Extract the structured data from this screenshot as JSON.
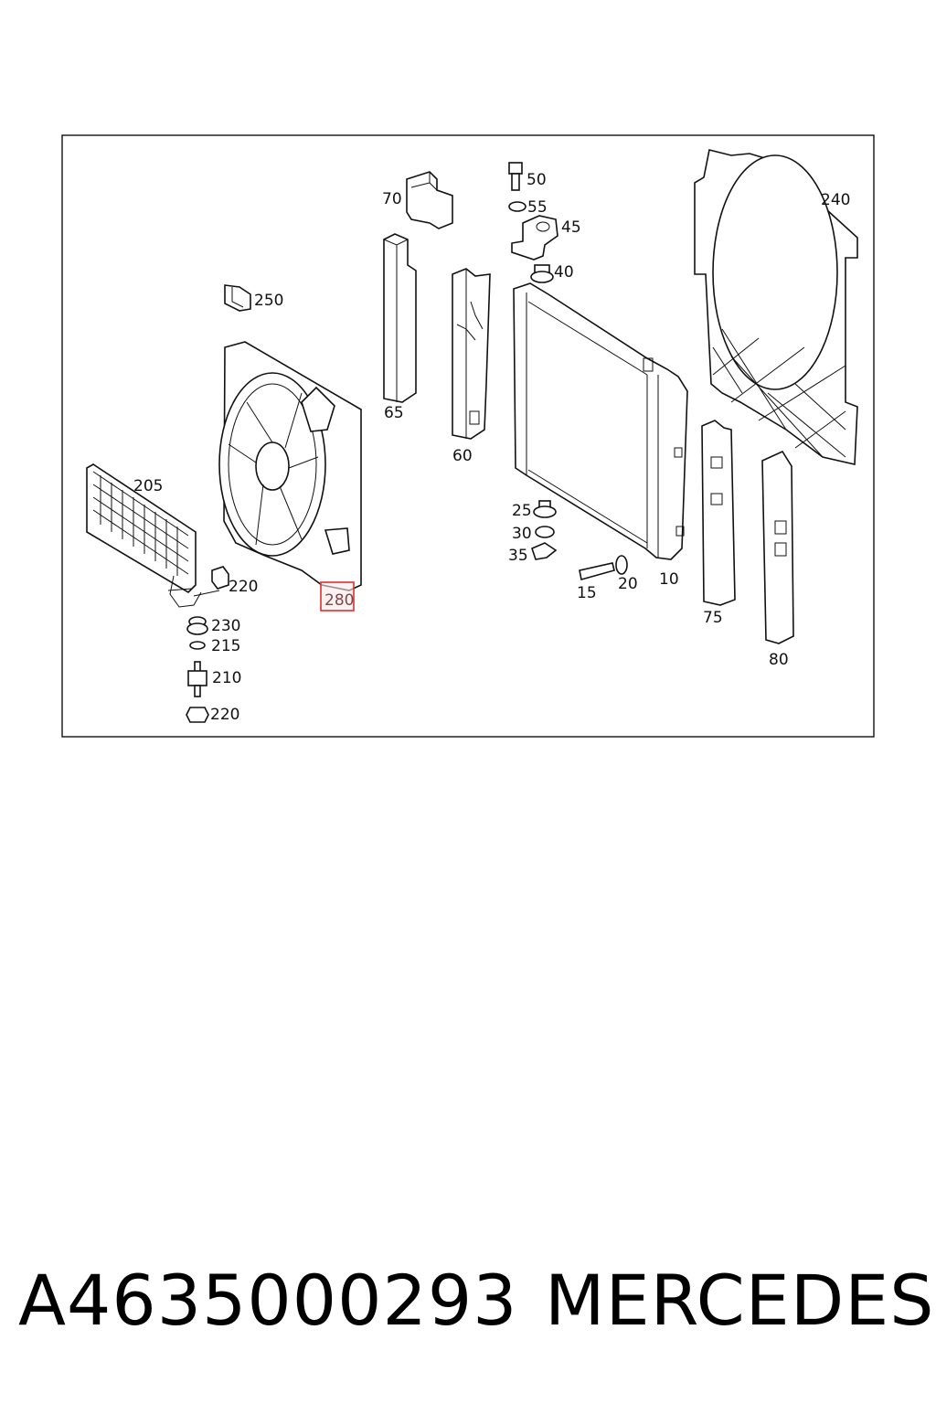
{
  "diagram": {
    "callouts": [
      "70",
      "65",
      "60",
      "50",
      "55",
      "45",
      "40",
      "250",
      "240",
      "205",
      "220",
      "230",
      "215",
      "210",
      "220",
      "25",
      "30",
      "35",
      "15",
      "20",
      "10",
      "75",
      "80",
      "280"
    ],
    "highlighted": "280",
    "highlight_color": "#e03030"
  },
  "footer": {
    "part_number": "A4635000293",
    "brand": "MERCEDES"
  }
}
